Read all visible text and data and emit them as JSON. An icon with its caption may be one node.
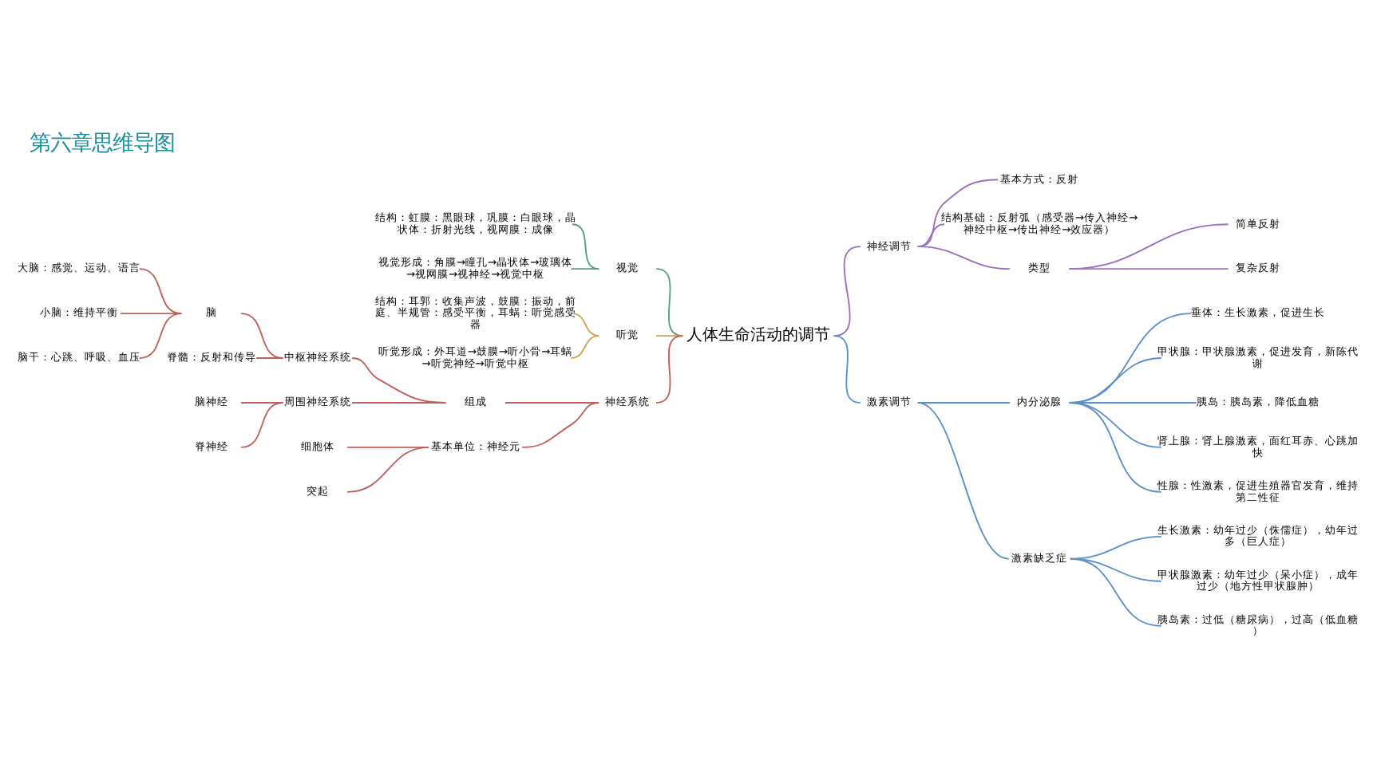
{
  "diagram": {
    "title": "第六章思维导图",
    "nodes": [
      {
        "text": [
          "人体生命活动的调节"
        ]
      },
      {
        "text": [
          "视觉"
        ]
      },
      {
        "text": [
          "结构：虹膜：黑眼球，巩膜：白眼球，晶状体：折射光线，视网膜：成像"
        ]
      },
      {
        "text": [
          "视觉形成：角膜→瞳孔→晶状体→玻璃体→视网膜→视神经→视觉中枢"
        ]
      },
      {
        "text": [
          "听觉"
        ]
      },
      {
        "text": [
          "结构：耳郭：收集声波，鼓膜：振动，前庭、半规管：感受平衡，耳蜗：听觉感受器"
        ]
      },
      {
        "text": [
          "听觉形成：外耳道→鼓膜→听小骨→耳蜗→听觉神经→听觉中枢"
        ]
      },
      {
        "text": [
          "神经系统"
        ]
      },
      {
        "text": [
          "组成"
        ]
      },
      {
        "text": [
          "中枢神经系统"
        ]
      },
      {
        "text": [
          "脑"
        ]
      },
      {
        "text": [
          "大脑：感觉、运动、语言"
        ]
      },
      {
        "text": [
          "小脑：维持平衡"
        ]
      },
      {
        "text": [
          "脑干：心跳、呼吸、血压"
        ]
      },
      {
        "text": [
          "脊髓：反射和传导"
        ]
      },
      {
        "text": [
          "周围神经系统"
        ]
      },
      {
        "text": [
          "脑神经"
        ]
      },
      {
        "text": [
          "脊神经"
        ]
      },
      {
        "text": [
          "基本单位：神经元"
        ]
      },
      {
        "text": [
          "细胞体"
        ]
      },
      {
        "text": [
          "突起"
        ]
      },
      {
        "text": [
          "神经调节"
        ]
      },
      {
        "text": [
          "基本方式：反射"
        ]
      },
      {
        "text": [
          "结构基础：反射弧（感受器→传入神经→神经中枢→传出神经→效应器）"
        ]
      },
      {
        "text": [
          "类型"
        ]
      },
      {
        "text": [
          "简单反射"
        ]
      },
      {
        "text": [
          "复杂反射"
        ]
      },
      {
        "text": [
          "激素调节"
        ]
      },
      {
        "text": [
          "内分泌腺"
        ]
      },
      {
        "text": [
          "垂体：生长激素，促进生长"
        ]
      },
      {
        "text": [
          "甲状腺：甲状腺激素，促进发育，新陈代谢"
        ]
      },
      {
        "text": [
          "胰岛：胰岛素，降低血糖"
        ]
      },
      {
        "text": [
          "肾上腺：肾上腺激素，面红耳赤、心跳加快"
        ]
      },
      {
        "text": [
          "性腺：性激素，促进生殖器官发育，维持第二性征"
        ]
      },
      {
        "text": [
          "激素缺乏症"
        ]
      },
      {
        "text": [
          "生长激素：幼年过少（侏儒症），幼年过多（巨人症）"
        ]
      },
      {
        "text": [
          "甲状腺激素：幼年过少（呆小症），成年过少（地方性甲状腺肿）"
        ]
      },
      {
        "text": [
          "胰岛素：过低（糖尿病），过高（低血糖）"
        ]
      }
    ],
    "edges": [
      {
        "from": 1,
        "to": 0,
        "arrow": "none",
        "color": "#5a9e7c"
      },
      {
        "from": 2,
        "to": 1,
        "arrow": "none",
        "color": "#5a9e7c"
      },
      {
        "from": 3,
        "to": 1,
        "arrow": "none",
        "color": "#5a9e7c"
      },
      {
        "from": 4,
        "to": 0,
        "arrow": "none",
        "color": "#d4a055"
      },
      {
        "from": 5,
        "to": 4,
        "arrow": "none",
        "color": "#d4a055"
      },
      {
        "from": 6,
        "to": 4,
        "arrow": "none",
        "color": "#d4a055"
      },
      {
        "from": 7,
        "to": 0,
        "arrow": "none",
        "color": "#c0605a"
      },
      {
        "from": 8,
        "to": 7,
        "arrow": "none",
        "color": "#c0605a"
      },
      {
        "from": 9,
        "to": 8,
        "arrow": "none",
        "color": "#c0605a"
      },
      {
        "from": 10,
        "to": 9,
        "arrow": "none",
        "color": "#c0605a"
      },
      {
        "from": 11,
        "to": 10,
        "arrow": "none",
        "color": "#c0605a"
      },
      {
        "from": 12,
        "to": 10,
        "arrow": "none",
        "color": "#c0605a"
      },
      {
        "from": 13,
        "to": 10,
        "arrow": "none",
        "color": "#c0605a"
      },
      {
        "from": 14,
        "to": 9,
        "arrow": "none",
        "color": "#c0605a"
      },
      {
        "from": 15,
        "to": 8,
        "arrow": "none",
        "color": "#c0605a"
      },
      {
        "from": 16,
        "to": 15,
        "arrow": "none",
        "color": "#c0605a"
      },
      {
        "from": 17,
        "to": 15,
        "arrow": "none",
        "color": "#c0605a"
      },
      {
        "from": 18,
        "to": 7,
        "arrow": "none",
        "color": "#c0605a"
      },
      {
        "from": 19,
        "to": 18,
        "arrow": "none",
        "color": "#c0605a"
      },
      {
        "from": 20,
        "to": 18,
        "arrow": "none",
        "color": "#c0605a"
      },
      {
        "from": 0,
        "to": 21,
        "arrow": "none",
        "color": "#9b6fc0"
      },
      {
        "from": 21,
        "to": 22,
        "arrow": "none",
        "color": "#9b6fc0"
      },
      {
        "from": 21,
        "to": 23,
        "arrow": "none",
        "color": "#9b6fc0"
      },
      {
        "from": 21,
        "to": 24,
        "arrow": "none",
        "color": "#9b6fc0"
      },
      {
        "from": 24,
        "to": 25,
        "arrow": "none",
        "color": "#9b6fc0"
      },
      {
        "from": 24,
        "to": 26,
        "arrow": "none",
        "color": "#9b6fc0"
      },
      {
        "from": 0,
        "to": 27,
        "arrow": "none",
        "color": "#5b8fc9"
      },
      {
        "from": 27,
        "to": 28,
        "arrow": "none",
        "color": "#5b8fc9"
      },
      {
        "from": 28,
        "to": 29,
        "arrow": "none",
        "color": "#5b8fc9"
      },
      {
        "from": 28,
        "to": 30,
        "arrow": "none",
        "color": "#5b8fc9"
      },
      {
        "from": 28,
        "to": 31,
        "arrow": "none",
        "color": "#5b8fc9"
      },
      {
        "from": 28,
        "to": 32,
        "arrow": "none",
        "color": "#5b8fc9"
      },
      {
        "from": 28,
        "to": 33,
        "arrow": "none",
        "color": "#5b8fc9"
      },
      {
        "from": 27,
        "to": 34,
        "arrow": "none",
        "color": "#5b8fc9"
      },
      {
        "from": 34,
        "to": 35,
        "arrow": "none",
        "color": "#5b8fc9"
      },
      {
        "from": 34,
        "to": 36,
        "arrow": "none",
        "color": "#5b8fc9"
      },
      {
        "from": 34,
        "to": 37,
        "arrow": "none",
        "color": "#5b8fc9"
      }
    ]
  }
}
